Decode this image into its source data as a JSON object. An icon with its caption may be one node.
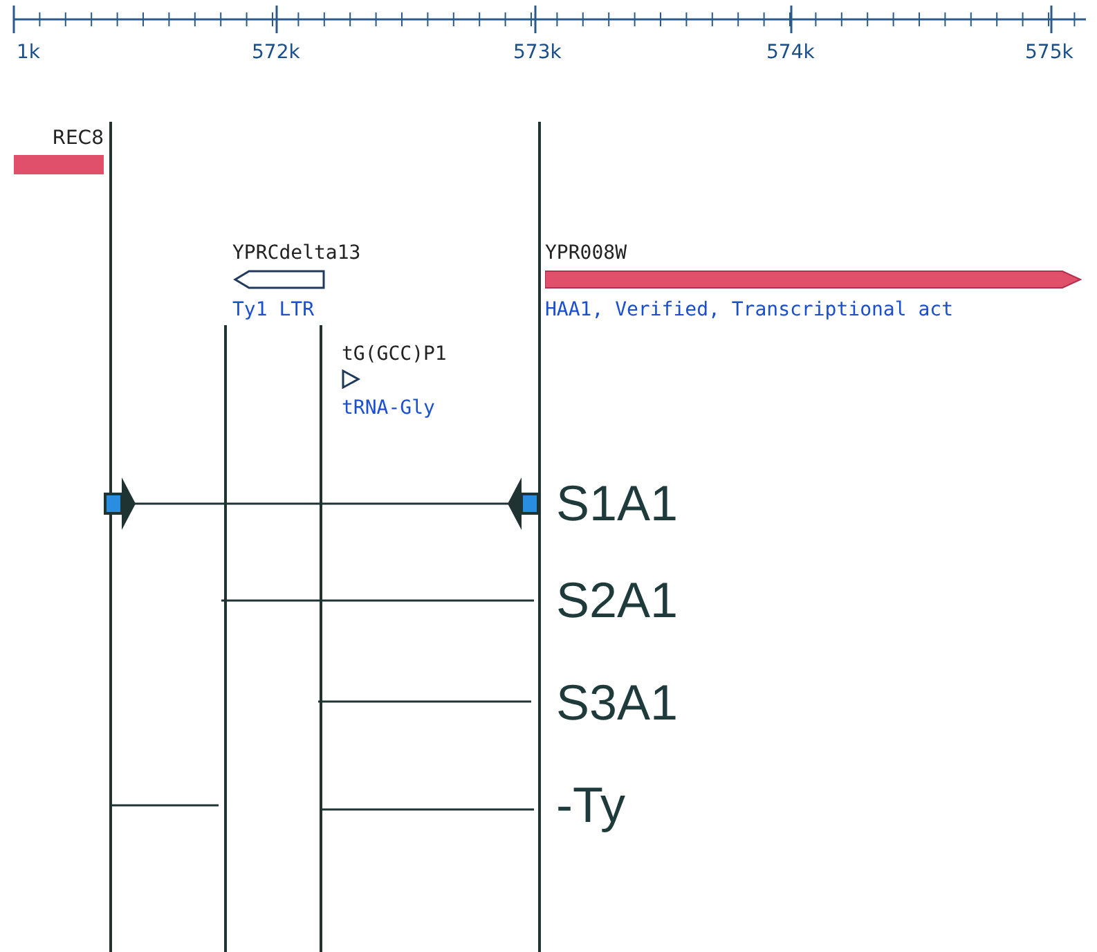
{
  "diagram": {
    "nodes": [
      {
        "text": [
          "REC8"
        ]
      },
      {
        "text": [
          "YPRCdelta13",
          "Ty1 LTR"
        ]
      },
      {
        "text": [
          "tG(GCC)P1",
          "tRNA-Gly"
        ]
      },
      {
        "text": [
          "YPR008W",
          "HAA1, Verified, Transcriptional act"
        ]
      }
    ],
    "labels": [
      "1k",
      "572k",
      "573k",
      "574k",
      "575k",
      "S1A1",
      "S2A1",
      "S3A1",
      "-Ty"
    ]
  }
}
